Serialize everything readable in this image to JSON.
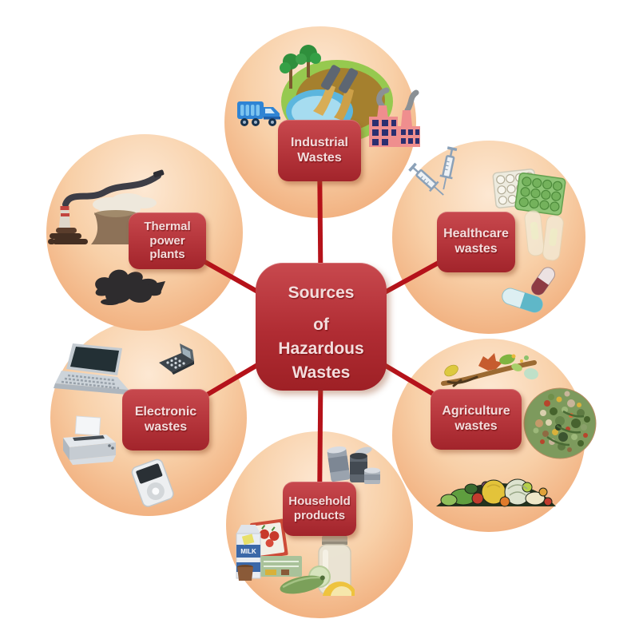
{
  "diagram": {
    "title": "Sources of Hazardous Wastes",
    "center": {
      "lines": [
        "Sources",
        "of",
        "Hazardous",
        "Wastes"
      ]
    },
    "nodes": [
      {
        "key": "industrial",
        "label": "Industrial Wastes",
        "icons": [
          "wastewater-pond-icon",
          "dump-truck-icon",
          "factory-icon"
        ]
      },
      {
        "key": "healthcare",
        "label": "Healthcare wastes",
        "icons": [
          "syringes-icon",
          "pill-blister-packs-icon",
          "bandages-icon",
          "capsules-icon"
        ]
      },
      {
        "key": "agriculture",
        "label": "Agriculture wastes",
        "icons": [
          "branch-leaves-icon",
          "compost-photo-icon",
          "vegetable-pile-icon"
        ]
      },
      {
        "key": "household",
        "label": "Household products",
        "icons": [
          "tin-cans-icon",
          "grocery-packages-icon",
          "glass-jar-icon",
          "vegetables-icon"
        ]
      },
      {
        "key": "electronic",
        "label": "Electronic wastes",
        "icons": [
          "laptop-icon",
          "mobile-phone-icon",
          "printer-icon",
          "music-player-icon"
        ]
      },
      {
        "key": "thermal",
        "label": "Thermal power plants",
        "icons": [
          "power-plant-icon",
          "coal-splat-icon"
        ]
      }
    ],
    "milk_label": "MILK",
    "colors": {
      "node_box_top": "#c8494e",
      "node_box_bottom": "#a2242b",
      "circle_top": "#fde8d3",
      "circle_bottom": "#efa571",
      "connector": "#b5121a",
      "label_text": "#f3dddd",
      "background": "#ffffff"
    }
  }
}
